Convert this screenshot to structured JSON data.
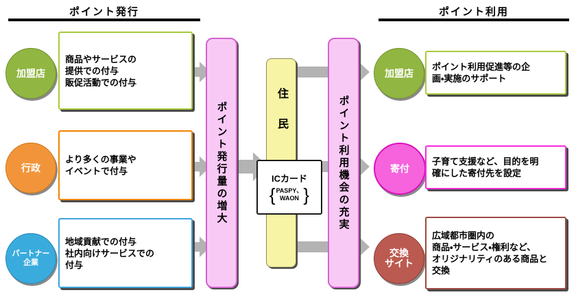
{
  "headers": {
    "left": "ポイント発行",
    "right": "ポイント利用"
  },
  "left": {
    "items": [
      {
        "circle": "加盟店",
        "text": "商品やサービスの\n提供での付与\n販促活動での付与"
      },
      {
        "circle": "行政",
        "text": "より多くの事業や\nイベントで付与"
      },
      {
        "circle": "パートナー\n企業",
        "text": "地域貢献での付与\n社内向けサービスでの\n付与"
      }
    ]
  },
  "center": {
    "issuance_bar": "ポイント発行量の増大",
    "resident_bar": "住民",
    "ic_card": {
      "title": "ICカード",
      "brace_open": "{",
      "line1": "PASPY、",
      "line2": "WAON",
      "brace_close": "}"
    },
    "usage_bar": "ポイント利用機会の充実"
  },
  "right": {
    "items": [
      {
        "circle": "加盟店",
        "text": "ポイント利用促進等の企\n画・実施のサポート"
      },
      {
        "circle": "寄付",
        "text": "子育て支援など、目的を明\n確にした寄付先を設定"
      },
      {
        "circle": "交換\nサイト",
        "text": "広域都市圏内の\n商品・サービス・権利など、\nオリジナリティのある商品と\n交換"
      }
    ]
  },
  "colors": {
    "green": "#91b642",
    "orange": "#f2953a",
    "blue": "#3aabdd",
    "magenta": "#f663dc",
    "maroon": "#bb5a50",
    "pink_bar": "#f9c9f6",
    "yellow_bar": "#f8f4a5",
    "arrow": "#b3b3b3",
    "shadow": "#4a4a4a"
  }
}
